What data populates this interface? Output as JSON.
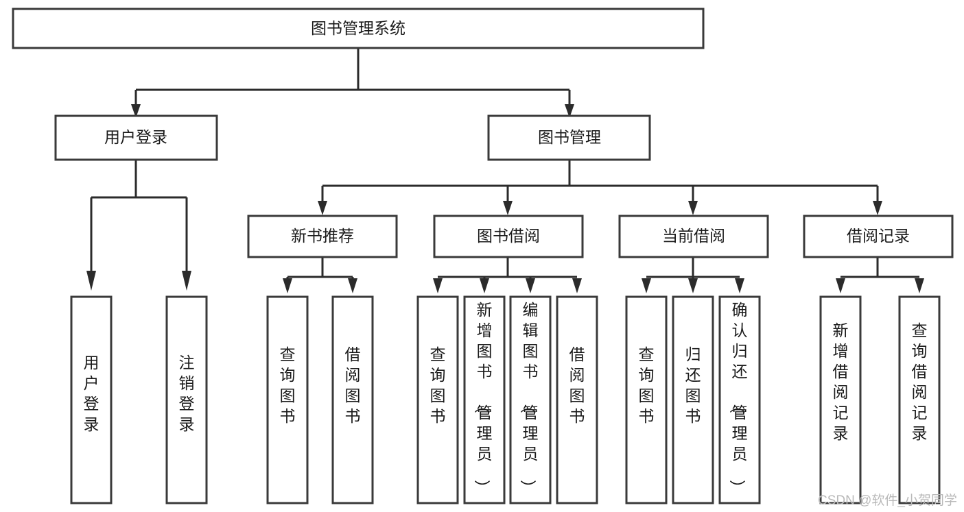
{
  "diagram": {
    "type": "hierarchy-tree",
    "title": "图书管理系统",
    "levels": [
      {
        "level": 1,
        "nodes": [
          {
            "id": "root",
            "label": "图书管理系统",
            "orientation": "horizontal"
          }
        ]
      },
      {
        "level": 2,
        "nodes": [
          {
            "id": "login",
            "label": "用户登录",
            "orientation": "horizontal",
            "parent": "root"
          },
          {
            "id": "bookmgmt",
            "label": "图书管理",
            "orientation": "horizontal",
            "parent": "root"
          }
        ]
      },
      {
        "level": 3,
        "nodes": [
          {
            "id": "newbook",
            "label": "新书推荐",
            "orientation": "horizontal",
            "parent": "bookmgmt"
          },
          {
            "id": "borrow",
            "label": "图书借阅",
            "orientation": "horizontal",
            "parent": "bookmgmt"
          },
          {
            "id": "current",
            "label": "当前借阅",
            "orientation": "horizontal",
            "parent": "bookmgmt"
          },
          {
            "id": "records",
            "label": "借阅记录",
            "orientation": "horizontal",
            "parent": "bookmgmt"
          }
        ]
      },
      {
        "level": 4,
        "nodes": [
          {
            "id": "leaf-user-login",
            "label": "用户登录",
            "orientation": "vertical",
            "parent": "login"
          },
          {
            "id": "leaf-user-logout",
            "label": "注销登录",
            "orientation": "vertical",
            "parent": "login"
          },
          {
            "id": "leaf-query-book-1",
            "label": "查询图书",
            "orientation": "vertical",
            "parent": "newbook"
          },
          {
            "id": "leaf-borrow-book-1",
            "label": "借阅图书",
            "orientation": "vertical",
            "parent": "newbook"
          },
          {
            "id": "leaf-query-book-2",
            "label": "查询图书",
            "orientation": "vertical",
            "parent": "borrow"
          },
          {
            "id": "leaf-add-book",
            "label": "新增图书（管理员）",
            "orientation": "vertical",
            "parent": "borrow"
          },
          {
            "id": "leaf-edit-book",
            "label": "编辑图书（管理员）",
            "orientation": "vertical",
            "parent": "borrow"
          },
          {
            "id": "leaf-borrow-book-2",
            "label": "借阅图书",
            "orientation": "vertical",
            "parent": "borrow"
          },
          {
            "id": "leaf-query-book-3",
            "label": "查询图书",
            "orientation": "vertical",
            "parent": "current"
          },
          {
            "id": "leaf-return-book",
            "label": "归还图书",
            "orientation": "vertical",
            "parent": "current"
          },
          {
            "id": "leaf-confirm-return",
            "label": "确认归还（管理员）",
            "orientation": "vertical",
            "parent": "current"
          },
          {
            "id": "leaf-add-record",
            "label": "新增借阅记录",
            "orientation": "vertical",
            "parent": "records"
          },
          {
            "id": "leaf-query-record",
            "label": "查询借阅记录",
            "orientation": "vertical",
            "parent": "records"
          }
        ]
      }
    ],
    "colors": {
      "box_fill": "#ffffff",
      "box_stroke": "#3a3a3a",
      "connector": "#2b2b2b",
      "text": "#1a1a1a",
      "background": "#ffffff",
      "watermark": "#b9b9b9"
    }
  },
  "watermark": {
    "text": "CSDN @软件_小贺同学"
  }
}
